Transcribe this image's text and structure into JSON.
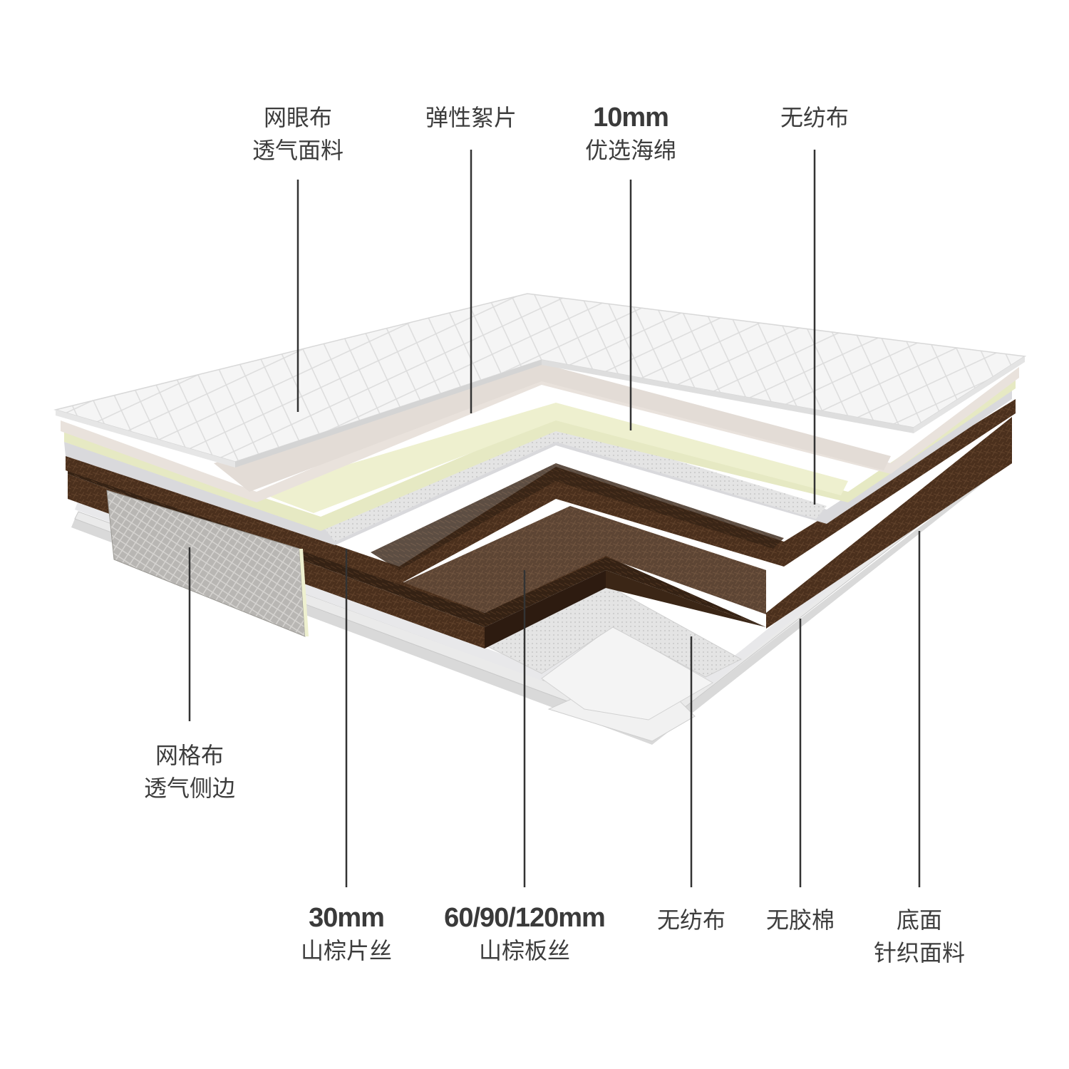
{
  "labels": {
    "mesh_top": {
      "line1": "网眼布",
      "line2": "透气面料"
    },
    "fiber_sheet": {
      "line1": "弹性絮片"
    },
    "sponge": {
      "thickness": "10mm",
      "line2": "优选海绵"
    },
    "nonwoven_top": {
      "line1": "无纺布"
    },
    "side_mesh": {
      "line1": "网格布",
      "line2": "透气侧边"
    },
    "palm_sheet": {
      "thickness": "30mm",
      "line2": "山棕片丝"
    },
    "palm_board": {
      "thickness": "60/90/120mm",
      "line2": "山棕板丝"
    },
    "nonwoven_bottom": {
      "line1": "无纺布"
    },
    "cotton": {
      "line1": "无胶棉"
    },
    "bottom_fabric": {
      "line1": "底面",
      "line2": "针织面料"
    }
  },
  "colors": {
    "top_fabric": "#f4f4f4",
    "fiber": "#e3dcd6",
    "sponge": "#eef0cf",
    "nonwoven": "#dcdcdc",
    "palm": "#4a2f1c",
    "palm_dark": "#332012",
    "side_mesh": "#b9b7b4",
    "leader": "#333333"
  }
}
